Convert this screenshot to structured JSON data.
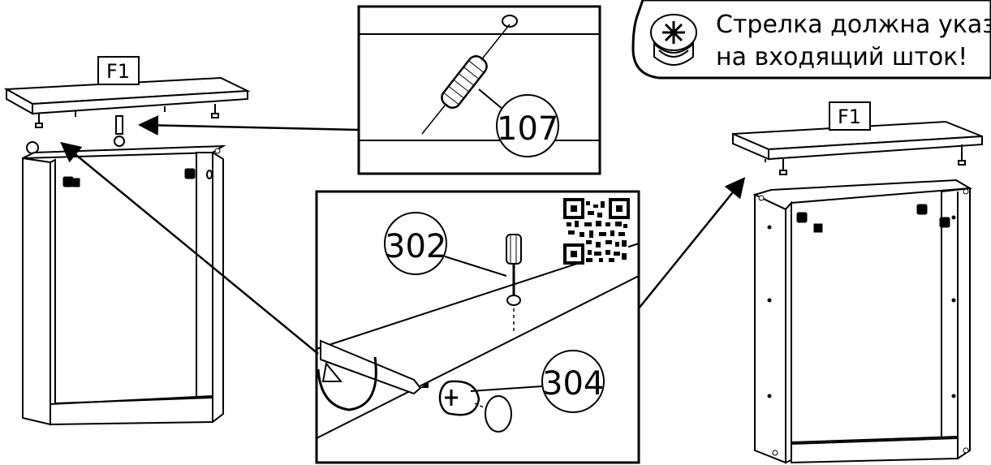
{
  "note": {
    "line1": "Стрелка должна указ",
    "line2": "на входящий шток!",
    "icon": "cam-lock-icon"
  },
  "labels": {
    "panel_left": "F1",
    "panel_right": "F1",
    "part_107": "107",
    "part_302": "302",
    "part_304": "304"
  },
  "qr": {
    "icon": "qr-code-icon"
  }
}
